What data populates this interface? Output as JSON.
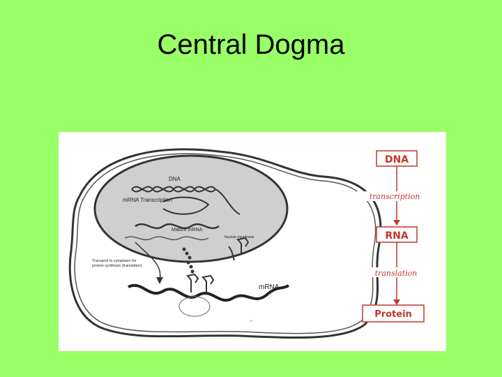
{
  "slide": {
    "title": "Central Dogma"
  },
  "cell_diagram": {
    "labels": {
      "dna": "DNA",
      "mrna_transcription": "mRNA Transcription",
      "mature_mrna": "Mature mRNA",
      "nuclear_membrane": "Nuclear membrane",
      "transport": "Transport to cytoplasm for",
      "transport_2": "protein synthesis (translation)",
      "mrna": "mRNA"
    }
  },
  "flow": {
    "dna": "DNA",
    "transcription": "transcription",
    "rna": "RNA",
    "translation": "translation",
    "protein": "Protein"
  },
  "colors": {
    "background": "#99ff66",
    "figure_background": "#ffffff",
    "flow_red": "#c0392b",
    "nucleus_fill": "#cfcfcf"
  }
}
